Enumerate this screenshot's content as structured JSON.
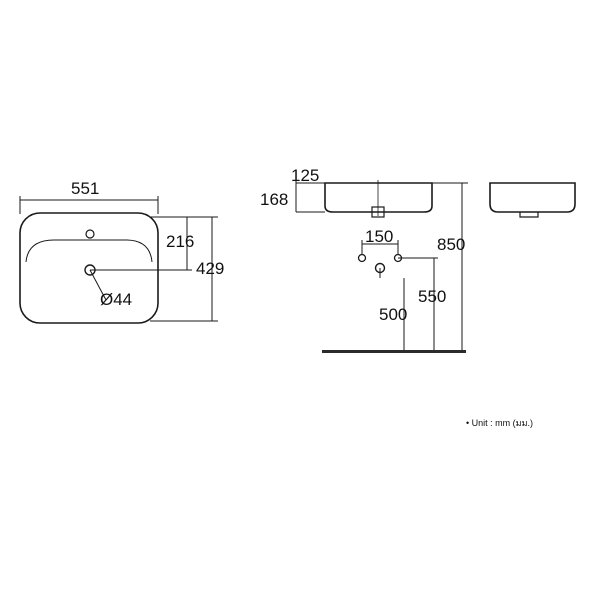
{
  "colors": {
    "line": "#1a1a1a",
    "floor": "#2b2b2b",
    "background": "#ffffff"
  },
  "top_view": {
    "overall_width": "551",
    "overall_depth": "429",
    "tap_hole_offset": "216",
    "drain_diameter": "Ø44"
  },
  "side_view": {
    "rim_height": "125",
    "body_height": "168",
    "waste_spacing": "150",
    "rim_to_floor": "850",
    "inlet_height": "550",
    "outlet_height": "500"
  },
  "note": {
    "unit_text": "• Unit : mm (มม.)"
  }
}
